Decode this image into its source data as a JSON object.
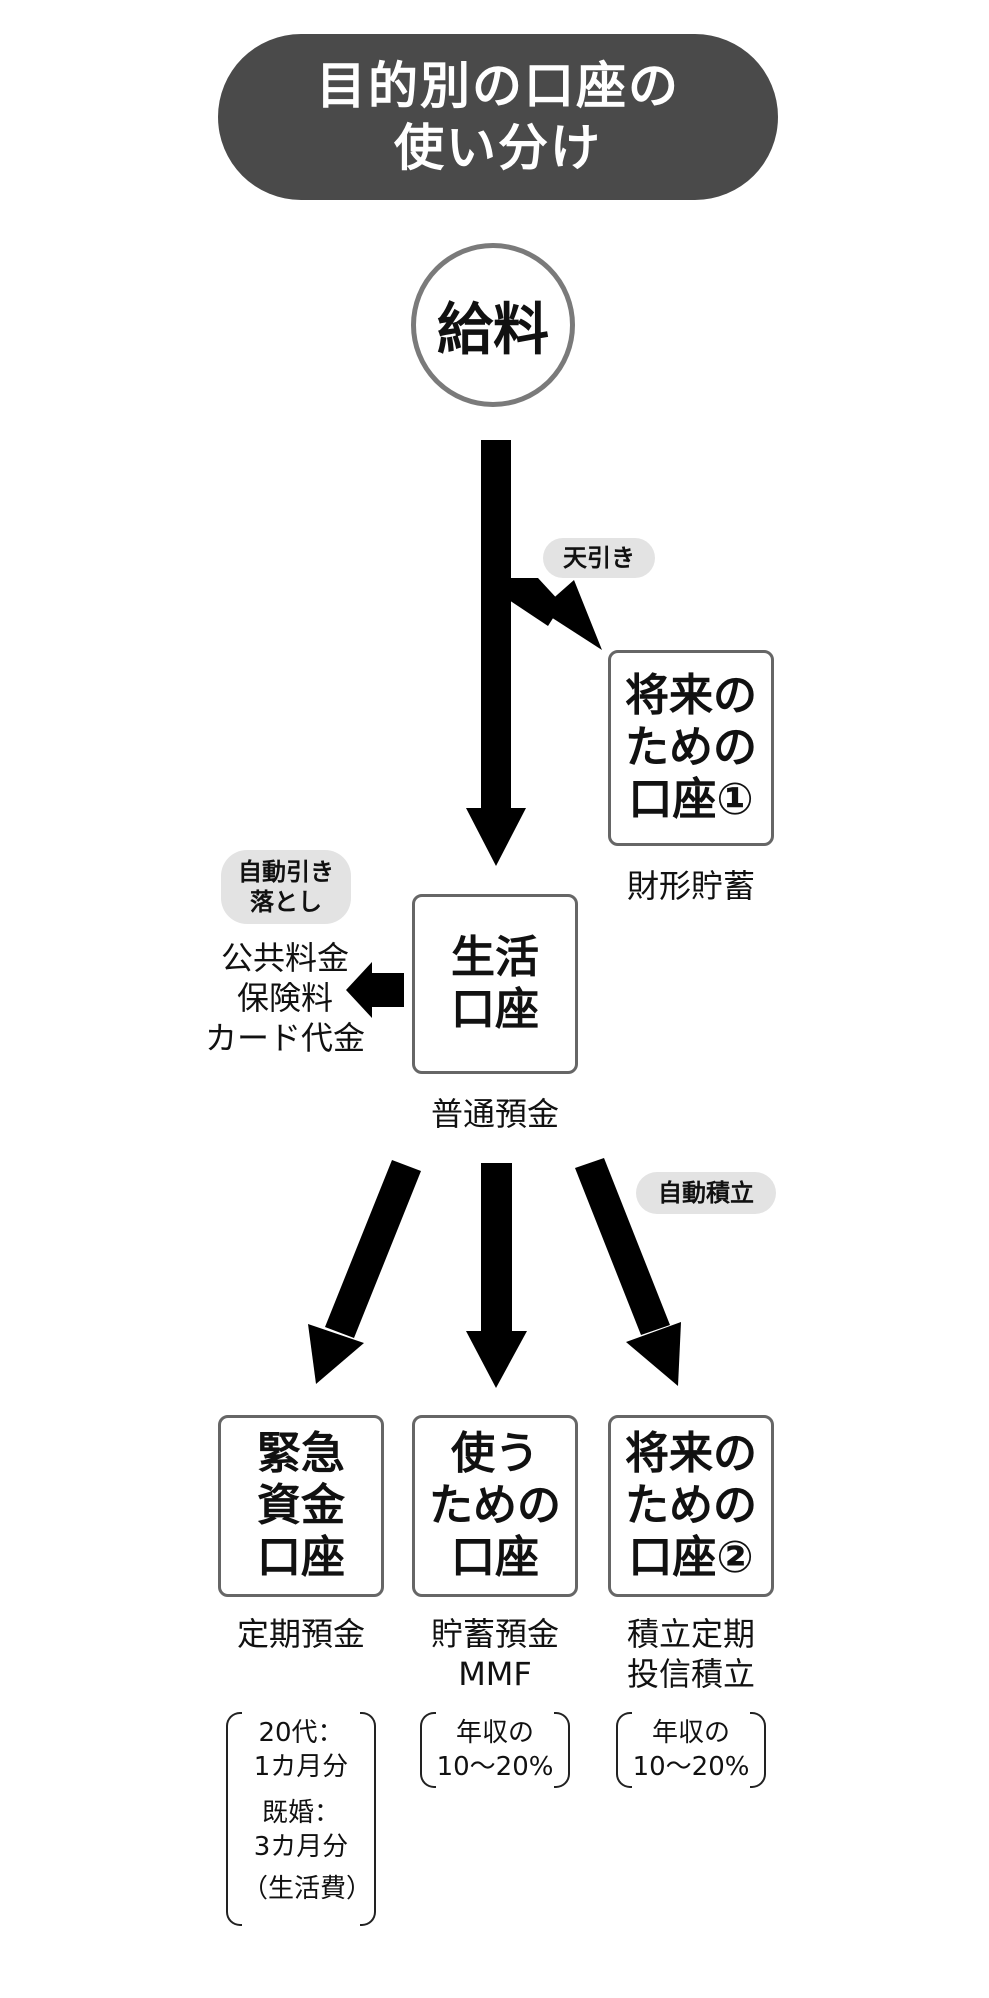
{
  "title": {
    "line1": "目的別の口座の",
    "line2": "使い分け"
  },
  "salary": {
    "label": "給料"
  },
  "tags": {
    "tenbiki": "天引き",
    "auto_debit_line1": "自動引き",
    "auto_debit_line2": "落とし",
    "auto_saving": "自動積立"
  },
  "future_account_1": {
    "line1": "将来の",
    "line2": "ための",
    "line3": "口座①",
    "caption": "財形貯蓄"
  },
  "living_account": {
    "line1": "生活",
    "line2": "口座",
    "caption": "普通預金"
  },
  "expenses": {
    "line1": "公共料金",
    "line2": "保険料",
    "line3": "カード代金"
  },
  "emergency_account": {
    "line1": "緊急",
    "line2": "資金",
    "line3": "口座",
    "caption": "定期預金"
  },
  "spending_account": {
    "line1": "使う",
    "line2": "ための",
    "line3": "口座",
    "caption_line1": "貯蓄預金",
    "caption_line2": "MMF"
  },
  "future_account_2": {
    "line1": "将来の",
    "line2": "ための",
    "line3": "口座②",
    "caption_line1": "積立定期",
    "caption_line2": "投信積立"
  },
  "notes": {
    "emergency": {
      "a1": "20代：",
      "a2": "1カ月分",
      "b1": "既婚：",
      "b2": "3カ月分",
      "c": "（生活費）"
    },
    "spending": {
      "a1": "年収の",
      "a2": "10〜20%"
    },
    "future": {
      "a1": "年収の",
      "a2": "10〜20%"
    }
  },
  "colors": {
    "title_bg": "#4a4a4a",
    "arrow": "#000000",
    "tag_bg": "#e3e3e3",
    "box_border": "#666666"
  }
}
